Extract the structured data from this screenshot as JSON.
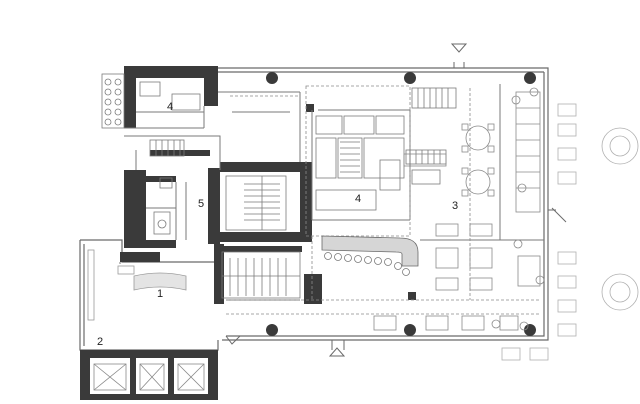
{
  "plan": {
    "room_labels": [
      {
        "id": "room-1",
        "text": "1"
      },
      {
        "id": "room-2",
        "text": "2"
      },
      {
        "id": "room-3",
        "text": "3"
      },
      {
        "id": "room-4-kitchen",
        "text": "4"
      },
      {
        "id": "room-4-upper",
        "text": "4"
      },
      {
        "id": "room-5",
        "text": "5"
      }
    ]
  },
  "colors": {
    "wall": "#3a3a3a",
    "line": "#6a6a6a",
    "light_line": "#9a9a9a",
    "furniture": "#bdbdbd",
    "background": "#ffffff"
  }
}
